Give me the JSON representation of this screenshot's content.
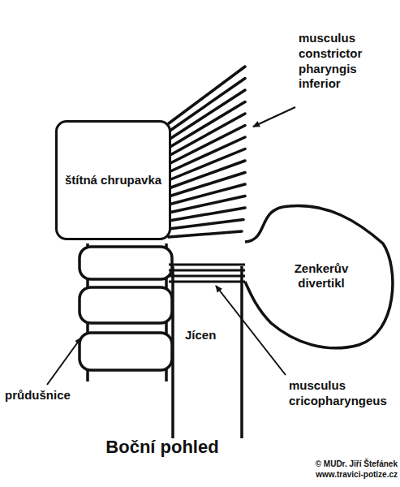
{
  "diagram": {
    "caption": "Boční pohled",
    "nodes": [
      {
        "text": [
          "štítná chrupavka"
        ]
      },
      {
        "text": [
          "Zenkerův divertikl"
        ]
      }
    ],
    "labels": [
      "musculus constrictor pharyngis inferior",
      "Jícen",
      "průdušnice",
      "musculus cricopharyngeus",
      "© MUDr. Jiří Štefánek",
      "www.travici-potize.cz"
    ]
  }
}
